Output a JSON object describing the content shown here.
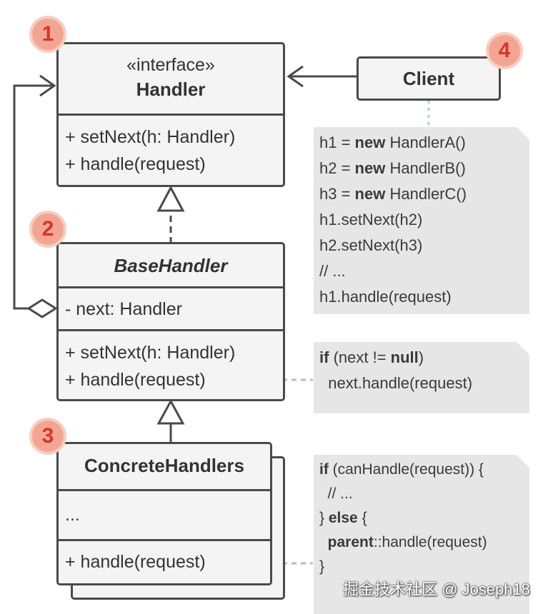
{
  "handler": {
    "stereotype": "«interface»",
    "name": "Handler",
    "methods": [
      "+ setNext(h: Handler)",
      "+ handle(request)"
    ]
  },
  "base_handler": {
    "name": "BaseHandler",
    "fields": [
      "- next: Handler"
    ],
    "methods": [
      "+ setNext(h: Handler)",
      "+ handle(request)"
    ]
  },
  "concrete_handlers": {
    "name": "ConcreteHandlers",
    "fields": [
      "..."
    ],
    "methods": [
      "+ handle(request)"
    ]
  },
  "client": {
    "name": "Client"
  },
  "client_note": {
    "lines": [
      [
        {
          "t": "h1 = "
        },
        {
          "t": "new",
          "b": true
        },
        {
          "t": " HandlerA()"
        }
      ],
      [
        {
          "t": "h2 = "
        },
        {
          "t": "new",
          "b": true
        },
        {
          "t": " HandlerB()"
        }
      ],
      [
        {
          "t": "h3 = "
        },
        {
          "t": "new",
          "b": true
        },
        {
          "t": " HandlerC()"
        }
      ],
      [
        {
          "t": "h1.setNext(h2)"
        }
      ],
      [
        {
          "t": "h2.setNext(h3)"
        }
      ],
      [
        {
          "t": "// ..."
        }
      ],
      [
        {
          "t": "h1.handle(request)"
        }
      ]
    ]
  },
  "base_note": {
    "lines": [
      [
        {
          "t": "if",
          "b": true
        },
        {
          "t": " (next != "
        },
        {
          "t": "null",
          "b": true
        },
        {
          "t": ")"
        }
      ],
      [
        {
          "t": "  next.handle(request)"
        }
      ]
    ]
  },
  "concrete_note": {
    "lines": [
      [
        {
          "t": "if",
          "b": true
        },
        {
          "t": " (canHandle(request)) {"
        }
      ],
      [
        {
          "t": "  // ..."
        }
      ],
      [
        {
          "t": "} "
        },
        {
          "t": "else",
          "b": true
        },
        {
          "t": " {"
        }
      ],
      [
        {
          "t": "  "
        },
        {
          "t": "parent",
          "b": true
        },
        {
          "t": "::handle(request)"
        }
      ],
      [
        {
          "t": "}"
        }
      ]
    ]
  },
  "badges": [
    "1",
    "2",
    "3",
    "4"
  ],
  "watermark": "掘金技术社区 @ Joseph18",
  "colors": {
    "stroke": "#4a4a4a",
    "box_fill": "#f4f4f4",
    "note_fill": "#e6e6e6",
    "badge_fill": "#f3a594",
    "badge_text": "#d4362a",
    "dotted_link": "#a8d5b5"
  }
}
